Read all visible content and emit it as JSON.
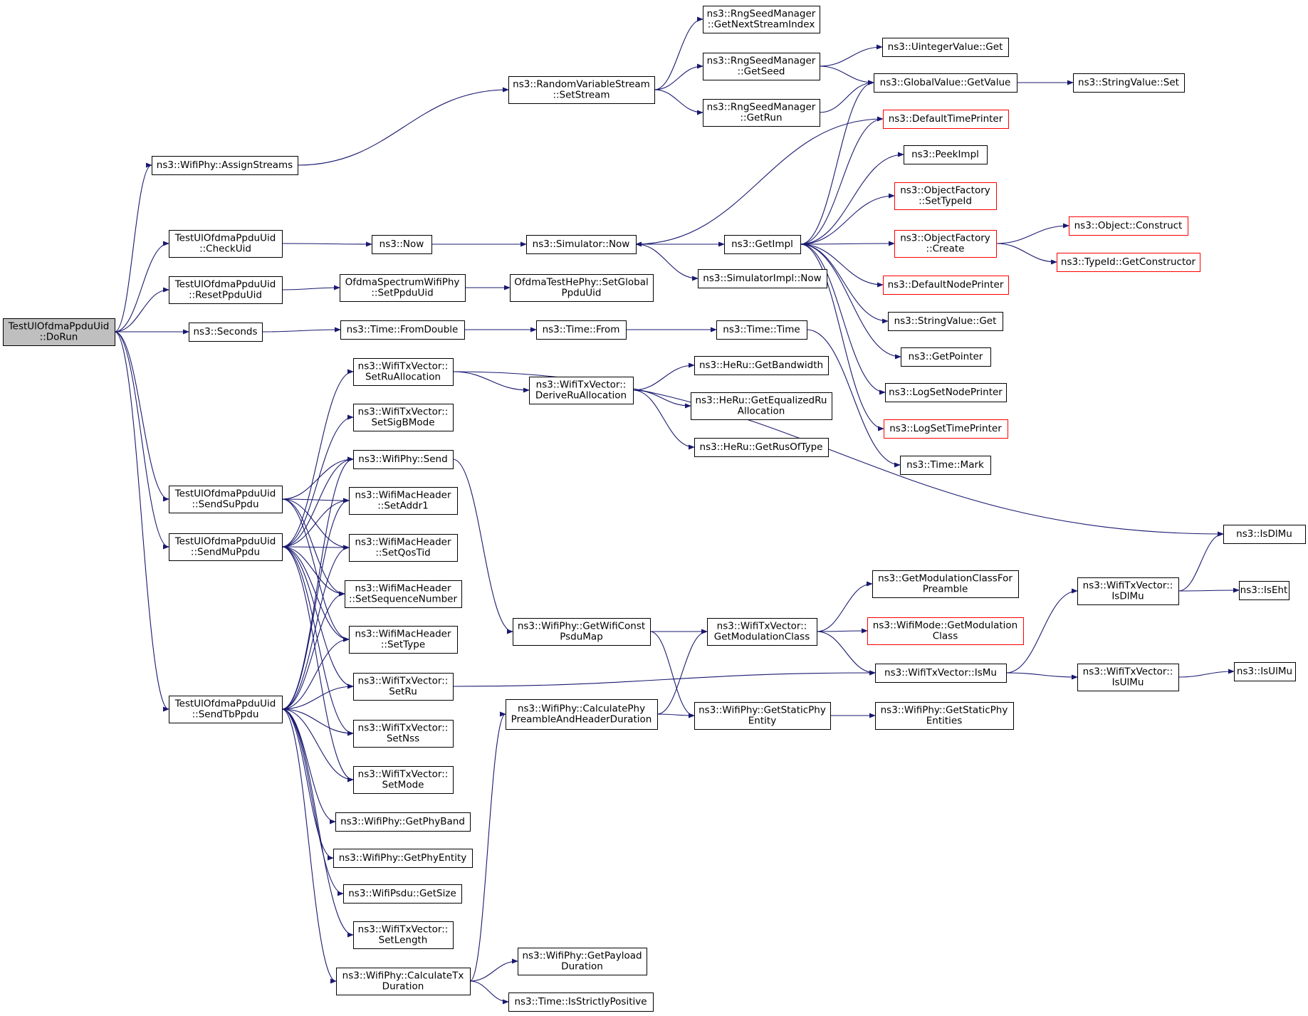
{
  "colors": {
    "edge": "#191970",
    "border": "#000000",
    "red_border": "#ff0000",
    "root_fill": "#bfbfbf",
    "fill": "#ffffff"
  },
  "nodes": [
    {
      "id": "dorun",
      "lines": [
        "TestUlOfdmaPpduUid",
        "::DoRun"
      ],
      "root": true
    },
    {
      "id": "assign",
      "lines": [
        "ns3::WifiPhy::AssignStreams"
      ]
    },
    {
      "id": "checkuid",
      "lines": [
        "TestUlOfdmaPpduUid",
        "::CheckUid"
      ]
    },
    {
      "id": "resetuid",
      "lines": [
        "TestUlOfdmaPpduUid",
        "::ResetPpduUid"
      ]
    },
    {
      "id": "seconds",
      "lines": [
        "ns3::Seconds"
      ]
    },
    {
      "id": "sendsu",
      "lines": [
        "TestUlOfdmaPpduUid",
        "::SendSuPpdu"
      ]
    },
    {
      "id": "sendmu",
      "lines": [
        "TestUlOfdmaPpduUid",
        "::SendMuPpdu"
      ]
    },
    {
      "id": "sendtb",
      "lines": [
        "TestUlOfdmaPpduUid",
        "::SendTbPpdu"
      ]
    },
    {
      "id": "rvs",
      "lines": [
        "ns3::RandomVariableStream",
        "::SetStream"
      ]
    },
    {
      "id": "now",
      "lines": [
        "ns3::Now"
      ]
    },
    {
      "id": "ofdmaspec",
      "lines": [
        "OfdmaSpectrumWifiPhy",
        "::SetPpduUid"
      ]
    },
    {
      "id": "fromdouble",
      "lines": [
        "ns3::Time::FromDouble"
      ]
    },
    {
      "id": "setru_alloc",
      "lines": [
        "ns3::WifiTxVector::",
        "SetRuAllocation"
      ]
    },
    {
      "id": "setsigb",
      "lines": [
        "ns3::WifiTxVector::",
        "SetSigBMode"
      ]
    },
    {
      "id": "send",
      "lines": [
        "ns3::WifiPhy::Send"
      ]
    },
    {
      "id": "addr1",
      "lines": [
        "ns3::WifiMacHeader",
        "::SetAddr1"
      ]
    },
    {
      "id": "qostid",
      "lines": [
        "ns3::WifiMacHeader",
        "::SetQosTid"
      ]
    },
    {
      "id": "seqnum",
      "lines": [
        "ns3::WifiMacHeader",
        "::SetSequenceNumber"
      ]
    },
    {
      "id": "settype",
      "lines": [
        "ns3::WifiMacHeader",
        "::SetType"
      ]
    },
    {
      "id": "setru",
      "lines": [
        "ns3::WifiTxVector::",
        "SetRu"
      ]
    },
    {
      "id": "setnss",
      "lines": [
        "ns3::WifiTxVector::",
        "SetNss"
      ]
    },
    {
      "id": "setmode",
      "lines": [
        "ns3::WifiTxVector::",
        "SetMode"
      ]
    },
    {
      "id": "phyband",
      "lines": [
        "ns3::WifiPhy::GetPhyBand"
      ]
    },
    {
      "id": "phyentity",
      "lines": [
        "ns3::WifiPhy::GetPhyEntity"
      ]
    },
    {
      "id": "psdusize",
      "lines": [
        "ns3::WifiPsdu::GetSize"
      ]
    },
    {
      "id": "setlength",
      "lines": [
        "ns3::WifiTxVector::",
        "SetLength"
      ]
    },
    {
      "id": "calctx",
      "lines": [
        "ns3::WifiPhy::CalculateTx",
        "Duration"
      ]
    },
    {
      "id": "rngnext",
      "lines": [
        "ns3::RngSeedManager",
        "::GetNextStreamIndex"
      ]
    },
    {
      "id": "rngseed",
      "lines": [
        "ns3::RngSeedManager",
        "::GetSeed"
      ]
    },
    {
      "id": "rngrun",
      "lines": [
        "ns3::RngSeedManager",
        "::GetRun"
      ]
    },
    {
      "id": "simnow",
      "lines": [
        "ns3::Simulator::Now"
      ]
    },
    {
      "id": "testhephy",
      "lines": [
        "OfdmaTestHePhy::SetGlobal",
        "PpduUid"
      ]
    },
    {
      "id": "timefrom",
      "lines": [
        "ns3::Time::From"
      ]
    },
    {
      "id": "deriveru",
      "lines": [
        "ns3::WifiTxVector::",
        "DeriveRuAllocation"
      ]
    },
    {
      "id": "getconst",
      "lines": [
        "ns3::WifiPhy::GetWifiConst",
        "PsduMap"
      ]
    },
    {
      "id": "calcpre",
      "lines": [
        "ns3::WifiPhy::CalculatePhy",
        "PreambleAndHeaderDuration"
      ]
    },
    {
      "id": "payload",
      "lines": [
        "ns3::WifiPhy::GetPayload",
        "Duration"
      ]
    },
    {
      "id": "strictpos",
      "lines": [
        "ns3::Time::IsStrictlyPositive"
      ]
    },
    {
      "id": "getimpl",
      "lines": [
        "ns3::GetImpl"
      ]
    },
    {
      "id": "simimplnow",
      "lines": [
        "ns3::SimulatorImpl::Now"
      ]
    },
    {
      "id": "timetime",
      "lines": [
        "ns3::Time::Time"
      ]
    },
    {
      "id": "getbw",
      "lines": [
        "ns3::HeRu::GetBandwidth"
      ]
    },
    {
      "id": "geteq",
      "lines": [
        "ns3::HeRu::GetEqualizedRu",
        "Allocation"
      ]
    },
    {
      "id": "getrus",
      "lines": [
        "ns3::HeRu::GetRusOfType"
      ]
    },
    {
      "id": "getmodclass",
      "lines": [
        "ns3::WifiTxVector::",
        "GetModulationClass"
      ]
    },
    {
      "id": "staticent",
      "lines": [
        "ns3::WifiPhy::GetStaticPhy",
        "Entity"
      ]
    },
    {
      "id": "uintget",
      "lines": [
        "ns3::UintegerValue::Get"
      ]
    },
    {
      "id": "gvget",
      "lines": [
        "ns3::GlobalValue::GetValue"
      ]
    },
    {
      "id": "deftp",
      "lines": [
        "ns3::DefaultTimePrinter"
      ],
      "red": true
    },
    {
      "id": "peekimpl",
      "lines": [
        "ns3::PeekImpl"
      ]
    },
    {
      "id": "ofsettype",
      "lines": [
        "ns3::ObjectFactory",
        "::SetTypeId"
      ],
      "red": true
    },
    {
      "id": "ofcreate",
      "lines": [
        "ns3::ObjectFactory",
        "::Create"
      ],
      "red": true
    },
    {
      "id": "defnp",
      "lines": [
        "ns3::DefaultNodePrinter"
      ],
      "red": true
    },
    {
      "id": "svget",
      "lines": [
        "ns3::StringValue::Get"
      ]
    },
    {
      "id": "getptr",
      "lines": [
        "ns3::GetPointer"
      ]
    },
    {
      "id": "lognode",
      "lines": [
        "ns3::LogSetNodePrinter"
      ]
    },
    {
      "id": "logtime",
      "lines": [
        "ns3::LogSetTimePrinter"
      ],
      "red": true
    },
    {
      "id": "timemark",
      "lines": [
        "ns3::Time::Mark"
      ]
    },
    {
      "id": "getmodpre",
      "lines": [
        "ns3::GetModulationClassFor",
        "Preamble"
      ]
    },
    {
      "id": "wmgetmod",
      "lines": [
        "ns3::WifiMode::GetModulation",
        "Class"
      ],
      "red": true
    },
    {
      "id": "ismu",
      "lines": [
        "ns3::WifiTxVector::IsMu"
      ]
    },
    {
      "id": "staticents",
      "lines": [
        "ns3::WifiPhy::GetStaticPhy",
        "Entities"
      ]
    },
    {
      "id": "svset",
      "lines": [
        "ns3::StringValue::Set"
      ]
    },
    {
      "id": "objcon",
      "lines": [
        "ns3::Object::Construct"
      ],
      "red": true
    },
    {
      "id": "typecon",
      "lines": [
        "ns3::TypeId::GetConstructor"
      ],
      "red": true
    },
    {
      "id": "isdlmu_v",
      "lines": [
        "ns3::WifiTxVector::",
        "IsDlMu"
      ]
    },
    {
      "id": "isulmu_v",
      "lines": [
        "ns3::WifiTxVector::",
        "IsUlMu"
      ]
    },
    {
      "id": "isdlmu",
      "lines": [
        "ns3::IsDlMu"
      ]
    },
    {
      "id": "iseht",
      "lines": [
        "ns3::IsEht"
      ]
    },
    {
      "id": "isulmu",
      "lines": [
        "ns3::IsUlMu"
      ]
    }
  ]
}
